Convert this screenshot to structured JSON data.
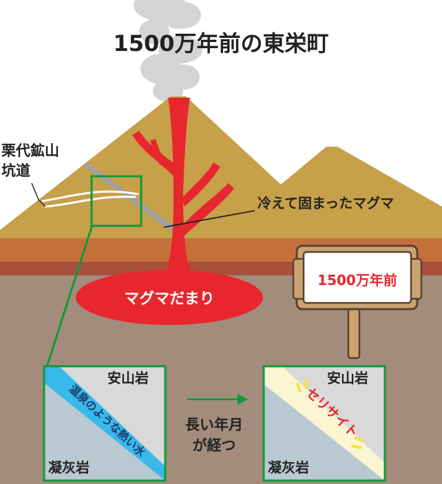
{
  "title": "1500万年前の東栄町",
  "labels": {
    "mine_line1": "栗代鉱山",
    "mine_line2": "坑道",
    "cooled_magma": "冷えて固まったマグマ",
    "magma_chamber": "マグマだまり",
    "sign": "1500万年前",
    "arrow_line1": "長い年月",
    "arrow_line2": "が経つ"
  },
  "panel_before": {
    "top_rock": "安山岩",
    "bottom_rock": "凝灰岩",
    "vein": "温泉のような熱い水"
  },
  "panel_after": {
    "top_rock": "安山岩",
    "bottom_rock": "凝灰岩",
    "vein": "セリサイト"
  },
  "colors": {
    "mountain": "#c7a04a",
    "soil1": "#c5703a",
    "soil2": "#a8503c",
    "bedrock": "#a38c7b",
    "magma": "#e8262d",
    "smoke": "#d4d4d4",
    "highlight": "#0e9a3a",
    "hot_water": "#3ab8ea",
    "sericite": "#fbf5d2",
    "tuff": "#b8c9d2",
    "andesite": "#d9d9d9"
  }
}
